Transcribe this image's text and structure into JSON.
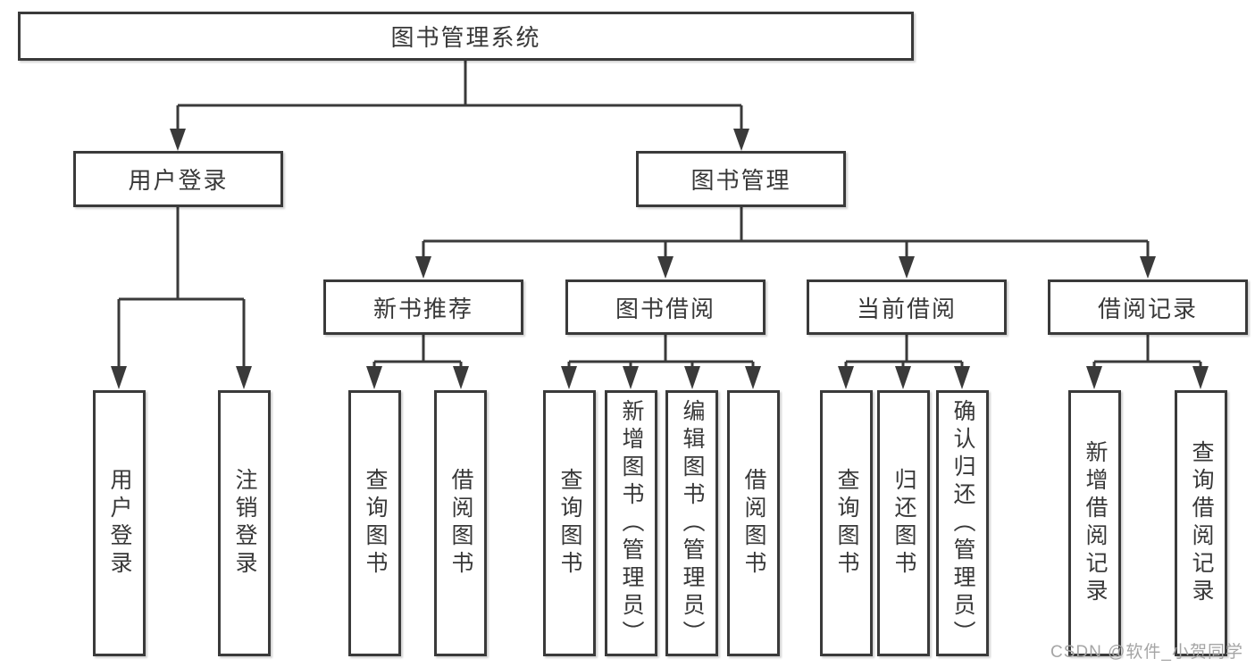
{
  "watermark": "CSDN @软件_小贺同学",
  "colors": {
    "line": "#3a3a3a",
    "text": "#383838",
    "watermark": "#a5a5a5",
    "background": "#ffffff"
  },
  "tree": {
    "label": "图书管理系统",
    "children": [
      {
        "label": "用户登录",
        "children": [
          {
            "label": "用户登录"
          },
          {
            "label": "注销登录"
          }
        ]
      },
      {
        "label": "图书管理",
        "children": [
          {
            "label": "新书推荐",
            "children": [
              {
                "label": "查询图书"
              },
              {
                "label": "借阅图书"
              }
            ]
          },
          {
            "label": "图书借阅",
            "children": [
              {
                "label": "查询图书"
              },
              {
                "label": "新增图书（管理员）"
              },
              {
                "label": "编辑图书（管理员）"
              },
              {
                "label": "借阅图书"
              }
            ]
          },
          {
            "label": "当前借阅",
            "children": [
              {
                "label": "查询图书"
              },
              {
                "label": "归还图书"
              },
              {
                "label": "确认归还（管理员）"
              }
            ]
          },
          {
            "label": "借阅记录",
            "children": [
              {
                "label": "新增借阅记录"
              },
              {
                "label": "查询借阅记录"
              }
            ]
          }
        ]
      }
    ]
  }
}
